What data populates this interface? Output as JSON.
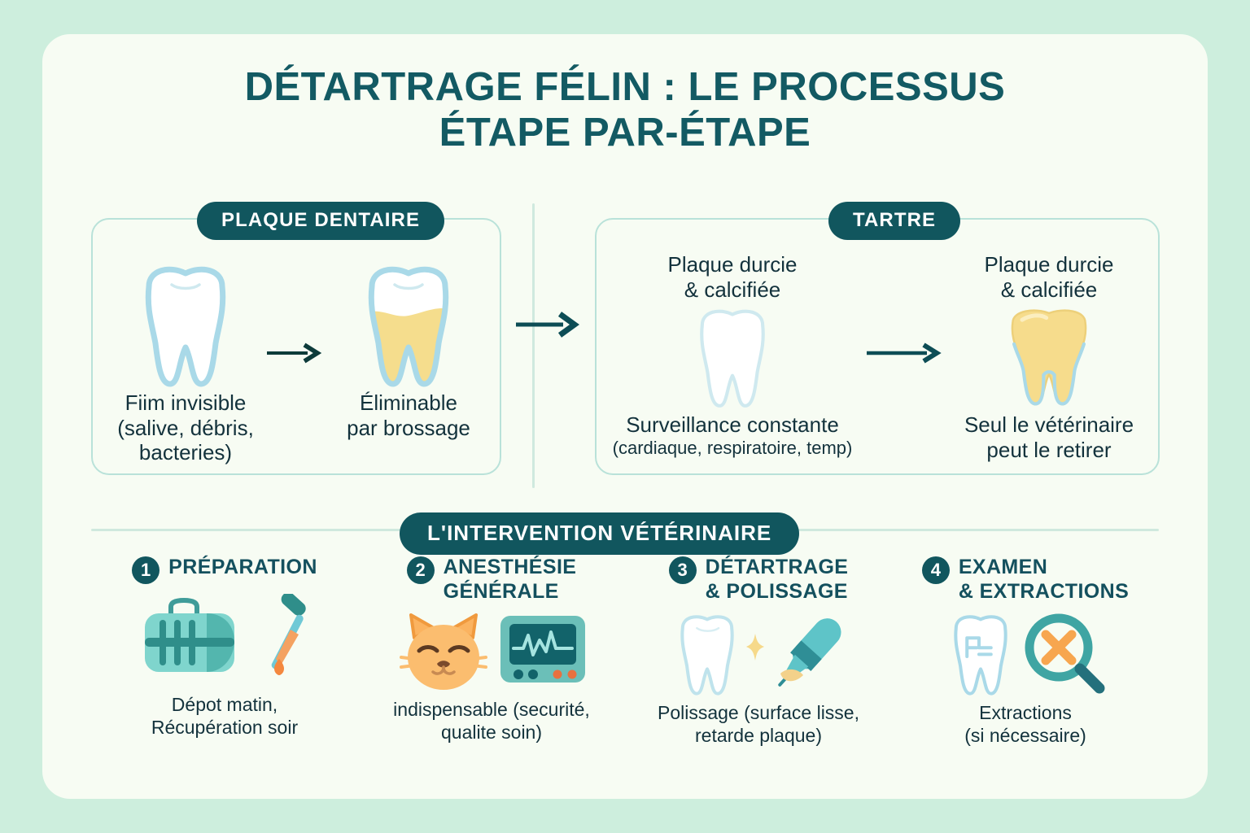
{
  "title": {
    "line1": "DÉTARTRAGE FÉLIN : LE PROCESSUS",
    "line2": "ÉTAPE PAR-ÉTAPE"
  },
  "colors": {
    "page_background": "#cdeedd",
    "card_background": "#f7fcf3",
    "brand_dark_teal": "#11565e",
    "title_teal": "#135a63",
    "panel_border": "#b9e2d9",
    "tooth_outline": "#a9d9e8",
    "plaque_yellow": "#f5dd8d",
    "accent_orange": "#f4a261",
    "icon_teal": "#5ec4c0",
    "body_text": "#13323c"
  },
  "panels": [
    {
      "id": "plaque",
      "badge": "PLAQUE DENTAIRE",
      "columns": [
        {
          "tooth": "clean-tooth",
          "caption_below": "Fiim invisible\n(salive, débris,\nbacteries)"
        },
        {
          "tooth": "plaque-tooth",
          "caption_below": "Éliminable\npar brossage"
        }
      ],
      "arrow": "arrow-right-icon"
    },
    {
      "id": "tartre",
      "badge": "TARTRE",
      "columns": [
        {
          "tooth": "clean-tooth",
          "caption_above": "Plaque durcie\n& calcifiée",
          "caption_below": "Surveillance constante",
          "caption_below_small": "(cardiaque, respiratoire, temp)"
        },
        {
          "tooth": "tartar-tooth",
          "caption_above": "Plaque durcie\n& calcifiée",
          "caption_below": "Seul le vétérinaire\npeut le retirer"
        }
      ],
      "arrow": "arrow-right-icon"
    }
  ],
  "between_panels_arrow": "arrow-right-icon",
  "intervention": {
    "badge": "L'INTERVENTION VÉTÉRINAIRE",
    "steps": [
      {
        "number": "1",
        "title": "PRÉPARATION",
        "icons": [
          "pet-carrier-icon",
          "dropper-icon"
        ],
        "caption": "Dépot matin,\nRécupération soir"
      },
      {
        "number": "2",
        "title": "ANESTHÉSIE\nGÉNÉRALE",
        "icons": [
          "sleeping-cat-icon",
          "ecg-monitor-icon"
        ],
        "caption": "indispensable (securité,\nqualite soin)"
      },
      {
        "number": "3",
        "title": "DÉTARTRAGE\n& POLISSAGE",
        "icons": [
          "tooth-icon",
          "sparkle-icon",
          "scaler-tool-icon"
        ],
        "caption": "Polissage  (surface lisse,\nretarde plaque)"
      },
      {
        "number": "4",
        "title": "EXAMEN\n& EXTRACTIONS",
        "icons": [
          "tooth-chart-icon",
          "magnifier-x-icon"
        ],
        "caption": "Extractions\n(si nécessaire)"
      }
    ]
  }
}
